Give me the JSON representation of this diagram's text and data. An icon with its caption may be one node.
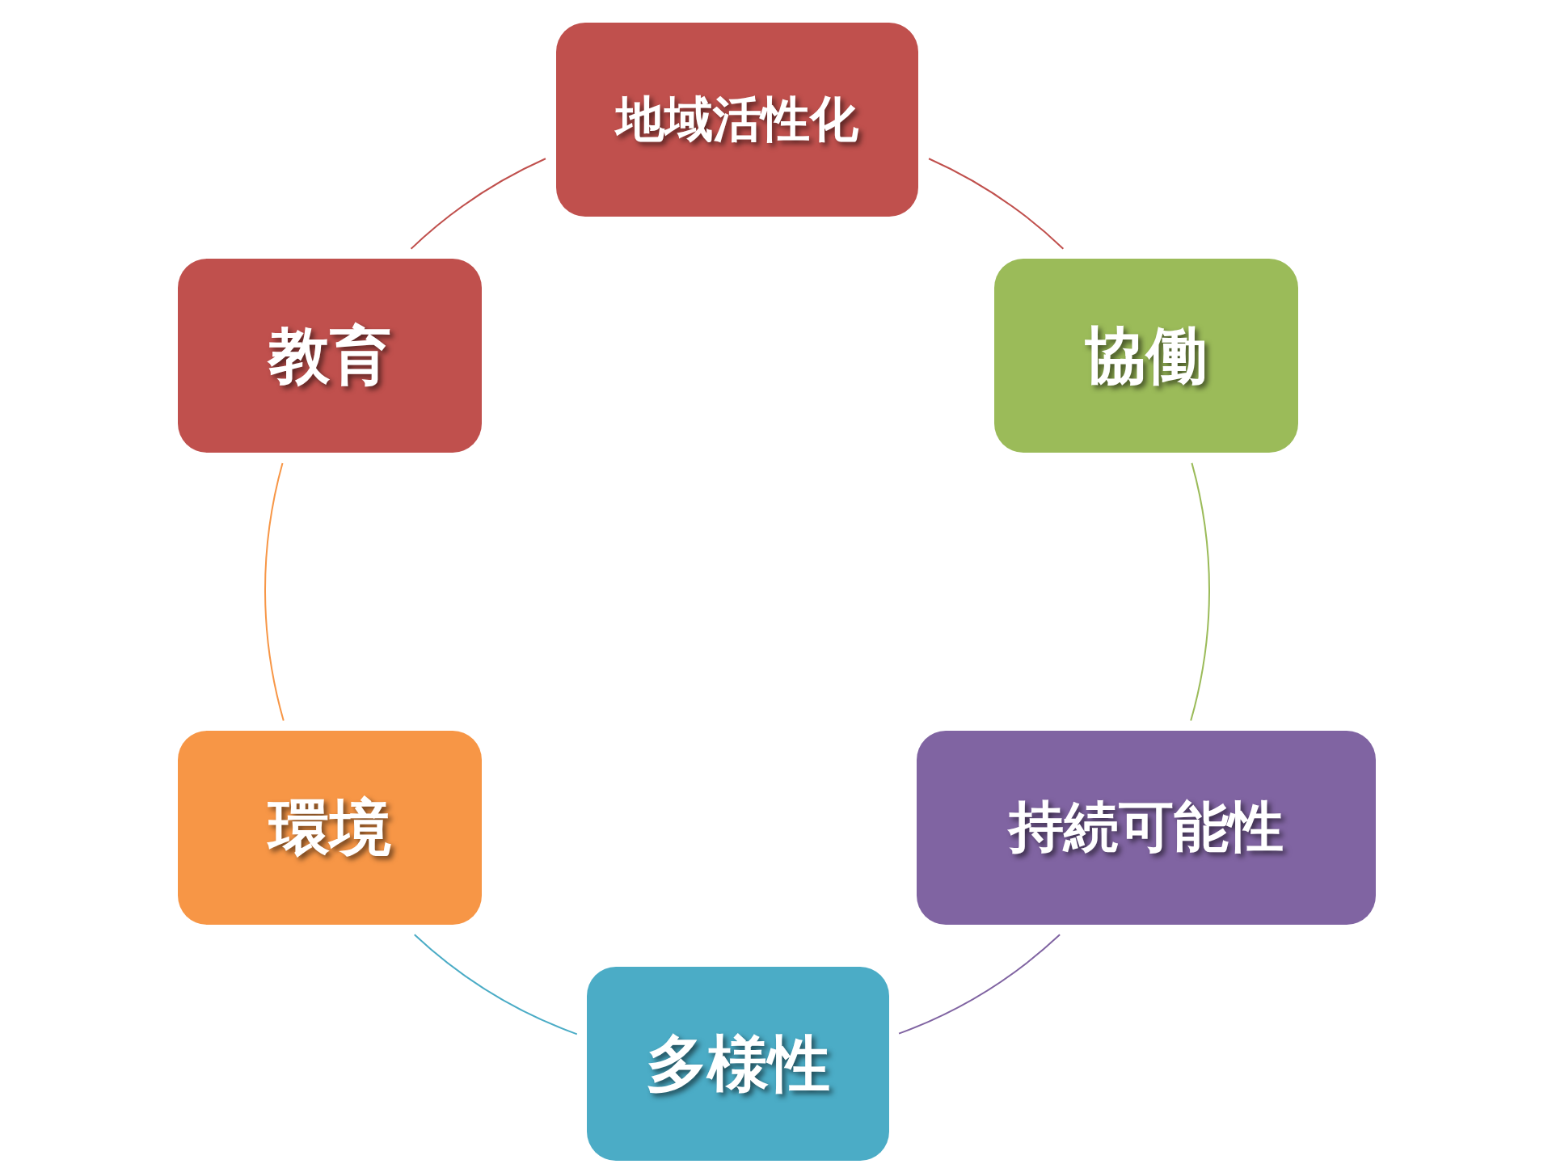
{
  "diagram": {
    "nodes": [
      {
        "text": [
          "地域活性化"
        ]
      },
      {
        "text": [
          "協働"
        ]
      },
      {
        "text": [
          "持続可能性"
        ]
      },
      {
        "text": [
          "多様性"
        ]
      },
      {
        "text": [
          "環境"
        ]
      },
      {
        "text": [
          "教育"
        ]
      }
    ],
    "edges": [
      {
        "from": 0,
        "to": 1,
        "arrow": "none",
        "color": "#c0504d"
      },
      {
        "from": 1,
        "to": 2,
        "arrow": "none",
        "color": "#9bbb59"
      },
      {
        "from": 2,
        "to": 3,
        "arrow": "none",
        "color": "#8064a2"
      },
      {
        "from": 3,
        "to": 4,
        "arrow": "none",
        "color": "#4bacc6"
      },
      {
        "from": 4,
        "to": 5,
        "arrow": "none",
        "color": "#f79646"
      },
      {
        "from": 5,
        "to": 0,
        "arrow": "none",
        "color": "#c0504d"
      }
    ]
  }
}
